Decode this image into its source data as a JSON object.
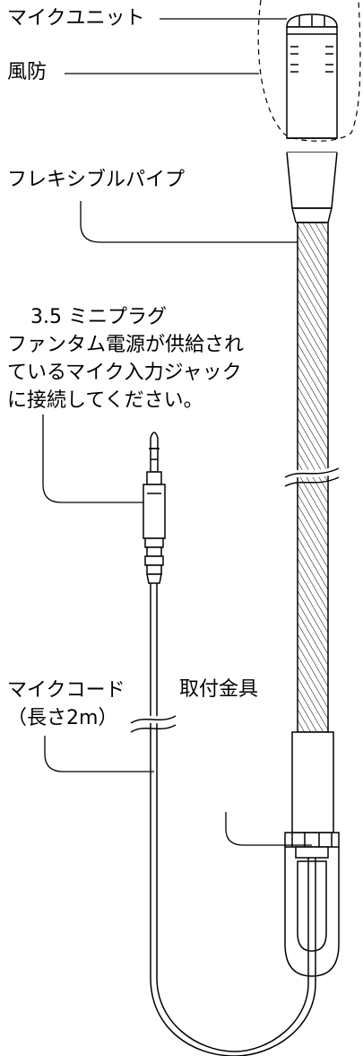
{
  "labels": {
    "mic_unit": "マイクユニット",
    "windscreen": "風防",
    "flexible_pipe": "フレキシブルパイプ",
    "plug_note_line1": "3.5 ミニプラグ",
    "plug_note_line2": "ファンタム電源が供給され",
    "plug_note_line3": "ているマイク入力ジャック",
    "plug_note_line4": "に接続してください。",
    "mic_cord_line1": "マイクコード",
    "mic_cord_line2": "（長さ2m）",
    "mounting_bracket": "取付金具"
  }
}
